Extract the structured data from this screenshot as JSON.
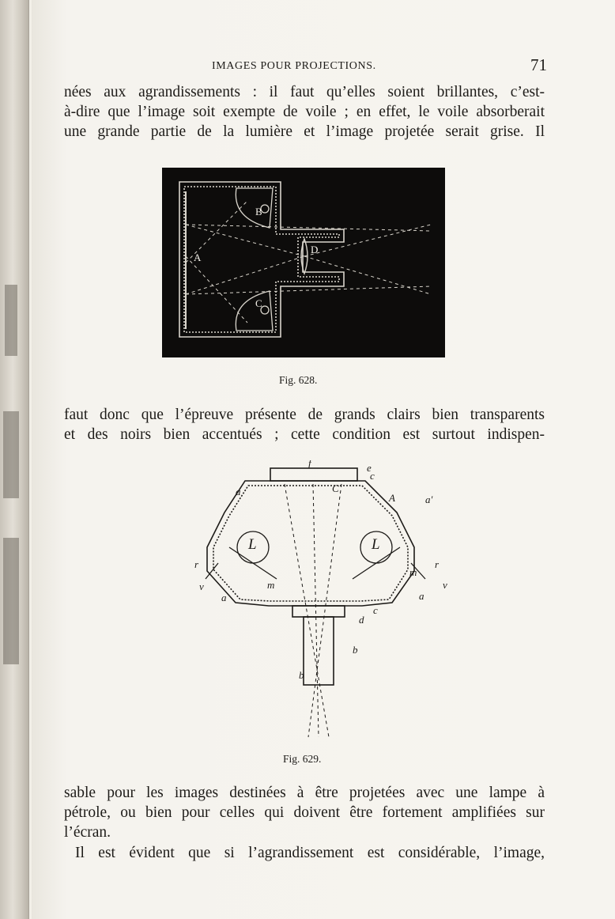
{
  "header": {
    "running_head": "IMAGES POUR PROJECTIONS.",
    "page_number": "71"
  },
  "paragraphs": {
    "p1": [
      "nées aux agrandissements : il faut qu’elles soient brillantes, c’est-",
      "à-dire que l’image soit exempte de voile ; en effet, le voile absorberait",
      "une grande partie de la lumière et l’image projetée serait grise. Il"
    ],
    "p2": [
      "faut donc que l’épreuve présente de grands clairs bien transparents",
      "et des noirs bien accentués ; cette condition est surtout indispen-"
    ],
    "p3": [
      "sable pour les images destinées à être projetées avec une lampe à",
      "pétrole, ou bien pour celles qui doivent être fortement amplifiées sur",
      "l’écran."
    ],
    "p4": [
      "Il est évident que si l’agrandissement est considérable, l’image,"
    ]
  },
  "figures": {
    "fig628": {
      "caption": "Fig. 628.",
      "labels": {
        "A": "A",
        "B": "B",
        "C": "C",
        "D": "D"
      }
    },
    "fig629": {
      "caption": "Fig. 629.",
      "labels": {
        "A": "A",
        "C": "C",
        "L_left": "L",
        "L_right": "L",
        "a_tl": "a",
        "a_tr": "a'",
        "a_bl": "a",
        "a_br": "a",
        "m_left": "m",
        "m_right": "m",
        "r_left": "r",
        "r_right": "r",
        "v_left": "v",
        "v_right": "v",
        "b_left": "b",
        "b_right": "b",
        "c_top": "c",
        "c_bottom": "c",
        "d": "d",
        "e": "e",
        "f": "f"
      }
    }
  },
  "colors": {
    "ink": "#1d1b18",
    "paper": "#f6f4ef",
    "plate": "#0d0c0b"
  }
}
